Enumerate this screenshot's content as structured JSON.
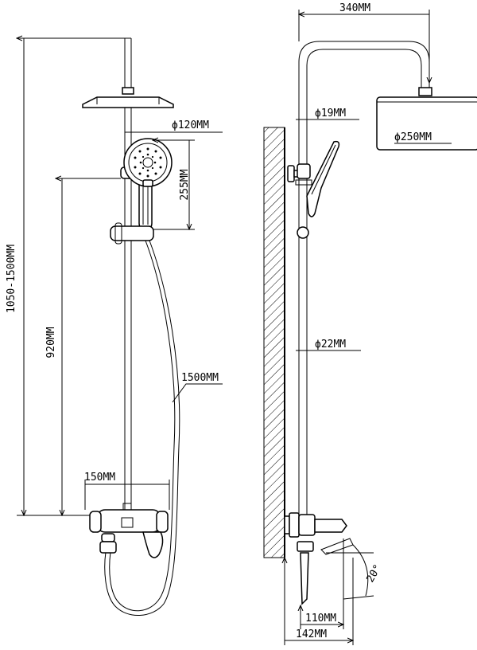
{
  "dimensions": {
    "total_height": "1050-1500MM",
    "bar_height": "920MM",
    "handset_diameter": "ϕ120MM",
    "handset_height": "255MM",
    "hose_length": "1500MM",
    "mixer_width": "150MM",
    "arm_reach": "340MM",
    "arm_diameter": "ϕ19MM",
    "head_diameter": "ϕ250MM",
    "pipe_diameter": "ϕ22MM",
    "angle": "20°",
    "spout_projection": "110MM",
    "mixer_projection": "142MM"
  }
}
